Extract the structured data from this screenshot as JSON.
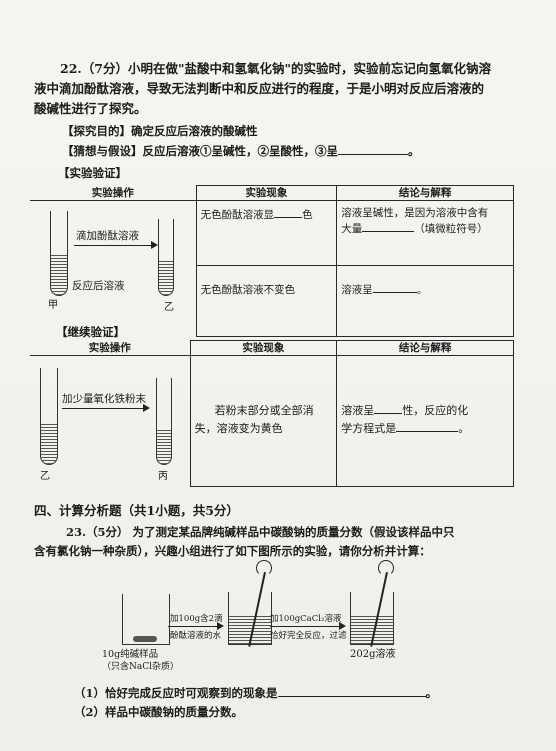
{
  "q22": {
    "header": "22.（7分）小明在做\"盐酸中和氢氧化钠\"的实验时，实验前忘记向氢氧化钠溶",
    "line2": "液中滴加酚酞溶液，导致无法判断中和反应进行的程度，于是小明对反应后溶液的",
    "line3": "酸碱性进行了探究。",
    "purpose": "【探究目的】确定反应后溶液的酸碱性",
    "hypothesis": "【猜想与假设】反应后溶液①呈碱性，②呈酸性，③呈",
    "verify_title": "【实验验证】",
    "table1": {
      "col_headers": [
        "实验操作",
        "实验现象",
        "结论与解释"
      ],
      "arrow_label": "滴加酚酞溶液",
      "left_label": "反应后溶液",
      "tube_a": "甲",
      "tube_b": "乙",
      "row1_phenomenon": "无色酚酞溶液显",
      "row1_phenomenon_tail": "色",
      "row1_conclusion_a": "溶液呈碱性，是因为溶液中含有",
      "row1_conclusion_b": "大量",
      "row1_conclusion_c": "（填微粒符号）",
      "row2_phenomenon": "无色酚酞溶液不变色",
      "row2_conclusion": "溶液呈",
      "row2_conclusion_tail": "。"
    },
    "continue_title": "【继续验证】",
    "table2": {
      "col_headers": [
        "实验操作",
        "实验现象",
        "结论与解释"
      ],
      "arrow_label": "加少量氧化铁粉末",
      "tube_a": "乙",
      "tube_b": "丙",
      "phenomenon_1": "若粉末部分或全部消",
      "phenomenon_2": "失，溶液变为黄色",
      "conclusion_1": "溶液呈",
      "conclusion_1_tail": "性，反应的化",
      "conclusion_2": "学方程式是",
      "conclusion_2_tail": "。"
    }
  },
  "section4": {
    "title": "四、计算分析题（共1小题，共5分）",
    "q23_line1": "23.（5分） 为了测定某品牌纯碱样品中碳酸钠的质量分数（假设该样品中只",
    "q23_line2": "含有氯化钠一种杂质），兴趣小组进行了如下图所示的实验，请你分析并计算：",
    "step1_top": "加100g含2滴",
    "step1_bottom": "酚酞溶液的水",
    "step2_top": "加100gCaCl₂溶液",
    "step2_bottom": "恰好完全反应，过滤",
    "sample_1": "10g纯碱样品",
    "sample_2": "（只含NaCl杂质）",
    "final_label": "202g溶液",
    "sub1": "（1）恰好完成反应时可观察到的现象是",
    "sub1_tail": "。",
    "sub2": "（2）样品中碳酸钠的质量分数。"
  }
}
